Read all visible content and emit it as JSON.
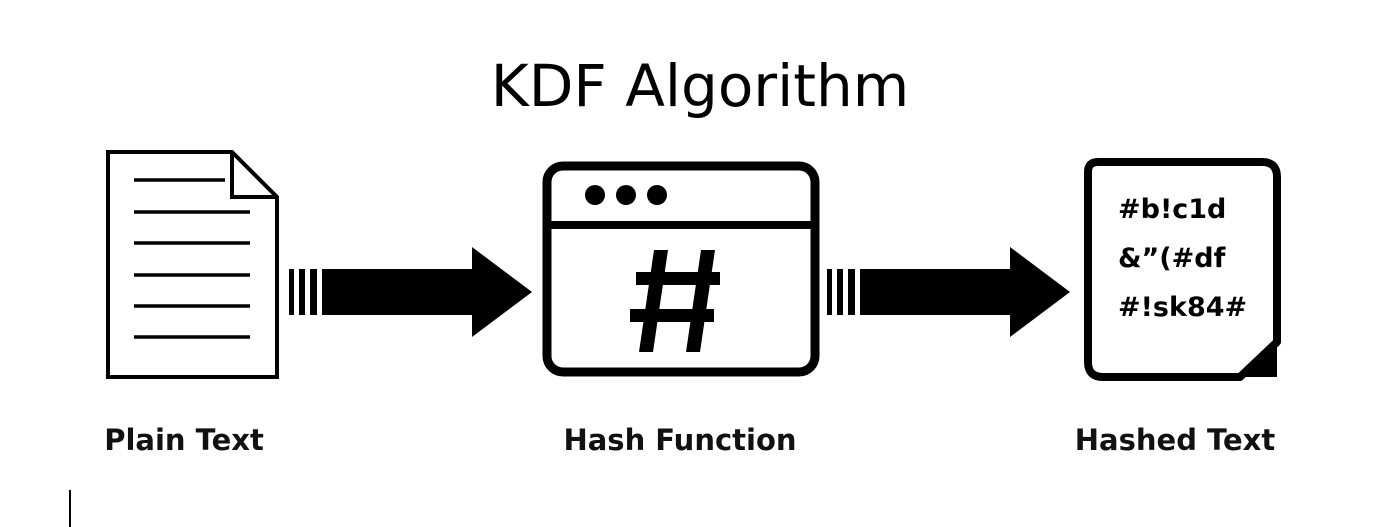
{
  "title": "KDF Algorithm",
  "steps": [
    {
      "label": "Plain Text",
      "icon": "document-icon"
    },
    {
      "label": "Hash Function",
      "icon": "hash-window-icon"
    },
    {
      "label": "Hashed Text",
      "icon": "hashed-document-icon"
    }
  ],
  "hash_symbol": "#",
  "hashed_lines": [
    "#b!c1d",
    "&”(#df",
    "#!sk84#"
  ],
  "colors": {
    "foreground": "#000000",
    "background": "#ffffff"
  }
}
